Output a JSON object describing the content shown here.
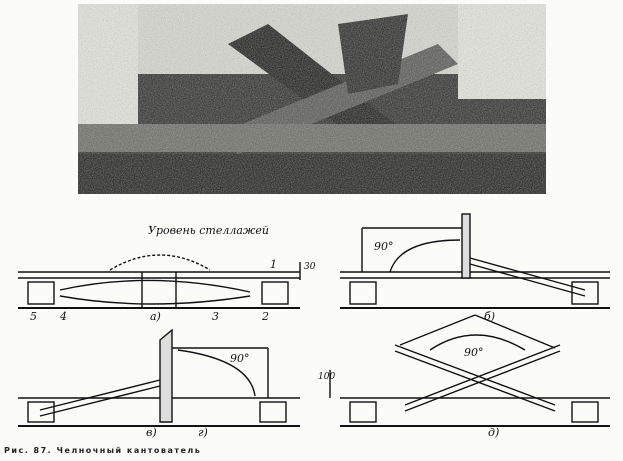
{
  "figure": {
    "level_label": "Уровень стеллажей",
    "angle_labels": [
      "90°",
      "90°",
      "90°"
    ],
    "dimension_labels": [
      "30",
      "100"
    ],
    "part_numbers": [
      "1",
      "2",
      "3",
      "4",
      "5"
    ],
    "panel_labels": [
      "а)",
      "б)",
      "в)",
      "г)",
      "д)"
    ]
  },
  "caption": {
    "text": "Рис. 87. Челночный кантователь"
  }
}
